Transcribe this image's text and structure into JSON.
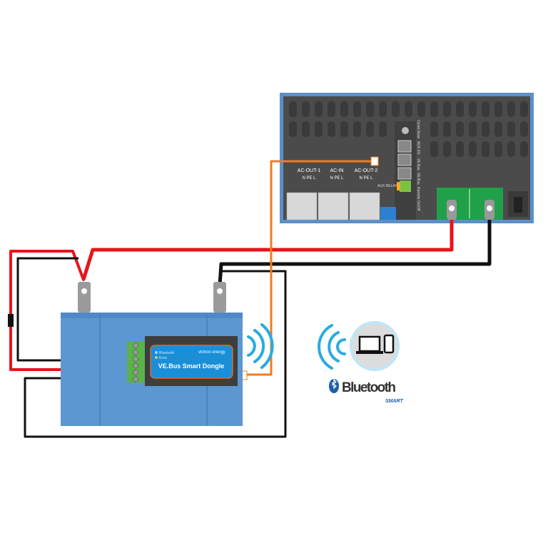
{
  "inverter": {
    "ports": [
      "AC-OUT-1",
      "AC-IN",
      "AC-OUT-2"
    ],
    "pin_labels": [
      "N",
      "PE",
      "L"
    ],
    "aux_relay": "AUX RELAY",
    "side_labels": [
      "Current Sense",
      "AUX I/O",
      "VE.Bus",
      "VE.Bus",
      "Remote On/Off"
    ]
  },
  "dongle": {
    "name": "VE.Bus Smart Dongle",
    "brand": "victron energy",
    "leds": [
      "Bluetooth",
      "Error"
    ]
  },
  "bluetooth": {
    "word": "Bluetooth",
    "sub": "SMART"
  },
  "colors": {
    "positive": "#e8141b",
    "negative": "#111111",
    "ve_bus": "#f07c1e",
    "battery": "#5b97d1",
    "inverter": "#4a4a4a"
  }
}
